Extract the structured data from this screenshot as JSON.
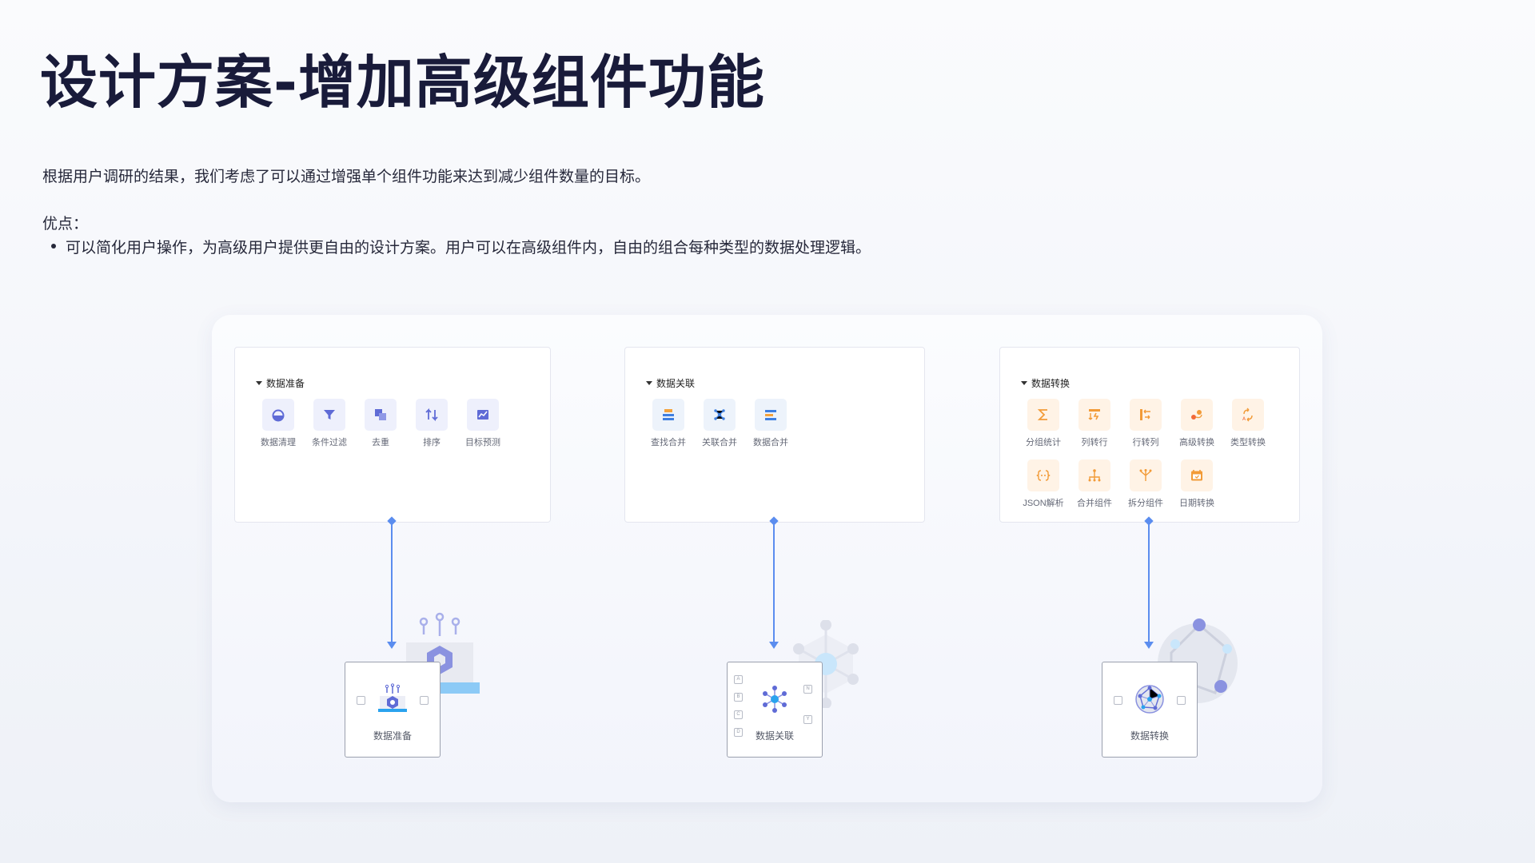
{
  "title": "设计方案-增加高级组件功能",
  "intro": "根据用户调研的结果，我们考虑了可以通过增强单个组件功能来达到减少组件数量的目标。",
  "pros": {
    "label": "优点：",
    "items": [
      "可以简化用户操作，为高级用户提供更自由的设计方案。用户可以在高级组件内，自由的组合每种类型的数据处理逻辑。"
    ]
  },
  "colors": {
    "connector": "#5b8def",
    "purple_icon": "#5f6bd6",
    "blue_icon": "#3f7fe0",
    "orange_icon": "#f29b38"
  },
  "groups": [
    {
      "header": "数据准备",
      "tools": [
        {
          "label": "数据清理",
          "icon": "drop-icon"
        },
        {
          "label": "条件过滤",
          "icon": "filter-icon"
        },
        {
          "label": "去重",
          "icon": "dedupe-icon"
        },
        {
          "label": "排序",
          "icon": "sort-icon"
        },
        {
          "label": "目标预测",
          "icon": "trend-icon"
        }
      ],
      "node": {
        "label": "数据准备",
        "icon": "chip-hexagon-icon"
      }
    },
    {
      "header": "数据关联",
      "tools": [
        {
          "label": "查找合并",
          "icon": "lookup-merge-icon"
        },
        {
          "label": "关联合并",
          "icon": "network-icon"
        },
        {
          "label": "数据合并",
          "icon": "stack-merge-icon"
        }
      ],
      "node": {
        "label": "数据关联",
        "icon": "hub-icon",
        "ports_left": [
          "A",
          "B",
          "C",
          "D"
        ],
        "ports_right": [
          "N",
          "Y"
        ]
      }
    },
    {
      "header": "数据转换",
      "tools": [
        {
          "label": "分组统计",
          "icon": "sigma-icon"
        },
        {
          "label": "列转行",
          "icon": "col-to-row-icon"
        },
        {
          "label": "行转列",
          "icon": "row-to-col-icon"
        },
        {
          "label": "高级转换",
          "icon": "advanced-transform-icon"
        },
        {
          "label": "类型转换",
          "icon": "type-convert-icon"
        },
        {
          "label": "JSON解析",
          "icon": "json-icon"
        },
        {
          "label": "合并组件",
          "icon": "merge-tree-icon"
        },
        {
          "label": "拆分组件",
          "icon": "split-icon"
        },
        {
          "label": "日期转换",
          "icon": "calendar-icon"
        }
      ],
      "node": {
        "label": "数据转换",
        "icon": "globe-network-icon"
      }
    }
  ]
}
